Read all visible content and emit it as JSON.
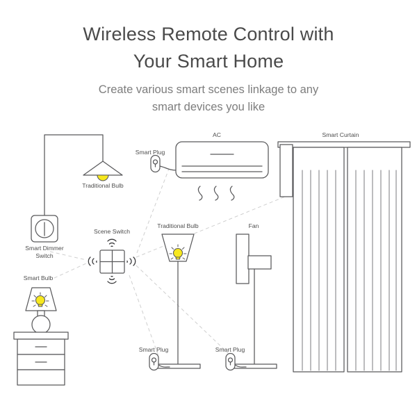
{
  "header": {
    "title_line1": "Wireless Remote Control with",
    "title_line2": "Your Smart Home",
    "subtitle_line1": "Create various smart scenes linkage to any",
    "subtitle_line2": "smart devices you like"
  },
  "colors": {
    "title_text": "#4a4a4a",
    "subtitle_text": "#7d7d7d",
    "label_text": "#4d4d4d",
    "outline": "#59595b",
    "outline_light": "#7a7a7c",
    "dashed_link": "#cfcfcf",
    "bulb_yellow": "#f7e81e",
    "background": "#ffffff"
  },
  "diagram": {
    "labels": {
      "pendant_bulb": "Traditional Bulb",
      "dimmer_switch_line1": "Smart Dimmer",
      "dimmer_switch_line2": "Switch",
      "smart_bulb": "Smart Bulb",
      "scene_switch": "Scene Switch",
      "smart_plug_ac": "Smart Plug",
      "ac": "AC",
      "smart_curtain": "Smart Curtain",
      "floor_lamp_bulb": "Traditional Bulb",
      "fan": "Fan",
      "smart_plug_lamp": "Smart Plug",
      "smart_plug_fan": "Smart Plug"
    },
    "devices": [
      {
        "id": "pendant-lamp",
        "name": "Traditional Bulb",
        "type": "ceiling-pendant-light"
      },
      {
        "id": "smart-dimmer-switch",
        "name": "Smart Dimmer Switch",
        "type": "wall-dimmer"
      },
      {
        "id": "smart-bulb-table-lamp",
        "name": "Smart Bulb",
        "type": "table-lamp"
      },
      {
        "id": "scene-switch",
        "name": "Scene Switch",
        "type": "wireless-scene-panel"
      },
      {
        "id": "air-conditioner",
        "name": "AC",
        "type": "air-conditioner"
      },
      {
        "id": "smart-curtain",
        "name": "Smart Curtain",
        "type": "motorized-curtain"
      },
      {
        "id": "floor-lamp",
        "name": "Traditional Bulb",
        "type": "floor-lamp"
      },
      {
        "id": "electric-fan",
        "name": "Fan",
        "type": "pedestal-fan"
      },
      {
        "id": "smart-plug-ac",
        "name": "Smart Plug",
        "type": "smart-plug"
      },
      {
        "id": "smart-plug-floor-lamp",
        "name": "Smart Plug",
        "type": "smart-plug"
      },
      {
        "id": "smart-plug-fan",
        "name": "Smart Plug",
        "type": "smart-plug"
      }
    ],
    "links": [
      {
        "from": "smart-dimmer-switch",
        "to": "scene-switch"
      },
      {
        "from": "smart-bulb-table-lamp",
        "to": "scene-switch"
      },
      {
        "from": "scene-switch",
        "to": "smart-plug-ac"
      },
      {
        "from": "scene-switch",
        "to": "smart-curtain"
      },
      {
        "from": "scene-switch",
        "to": "smart-plug-floor-lamp"
      },
      {
        "from": "scene-switch",
        "to": "smart-plug-fan"
      }
    ]
  }
}
